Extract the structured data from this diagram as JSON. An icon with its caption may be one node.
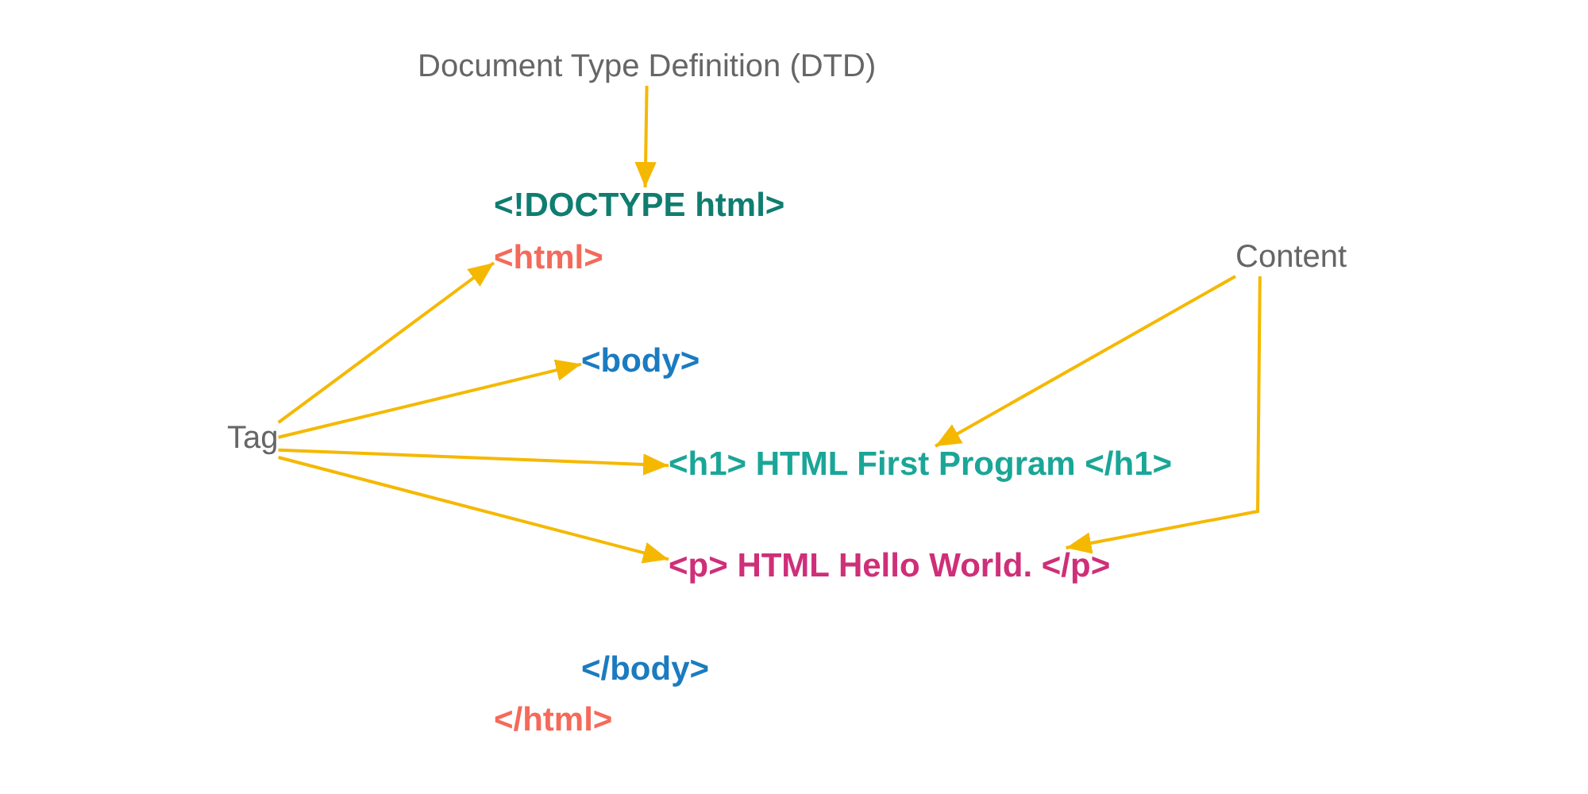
{
  "diagram": {
    "nodes": [
      {
        "text": [
          "Document Type Definition (DTD)"
        ]
      },
      {
        "text": [
          "<!DOCTYPE html>"
        ]
      },
      {
        "text": [
          "<html>"
        ]
      },
      {
        "text": [
          "Content"
        ]
      },
      {
        "text": [
          "<body>"
        ]
      },
      {
        "text": [
          "Tag"
        ]
      },
      {
        "text": [
          "<h1> HTML First Program </h1>"
        ]
      },
      {
        "text": [
          "<p> HTML Hello World. </p>"
        ]
      }
    ],
    "edges": [
      {
        "from": 0,
        "to": 1,
        "arrow": "to"
      },
      {
        "from": 5,
        "to": 2,
        "arrow": "to"
      },
      {
        "from": 5,
        "to": 4,
        "arrow": "to"
      },
      {
        "from": 5,
        "to": 6,
        "arrow": "to"
      },
      {
        "from": 5,
        "to": 7,
        "arrow": "to"
      },
      {
        "from": 3,
        "to": 6,
        "arrow": "to"
      },
      {
        "from": 3,
        "to": 7,
        "arrow": "to"
      }
    ],
    "labels": [
      "</body>",
      "</html>"
    ]
  }
}
